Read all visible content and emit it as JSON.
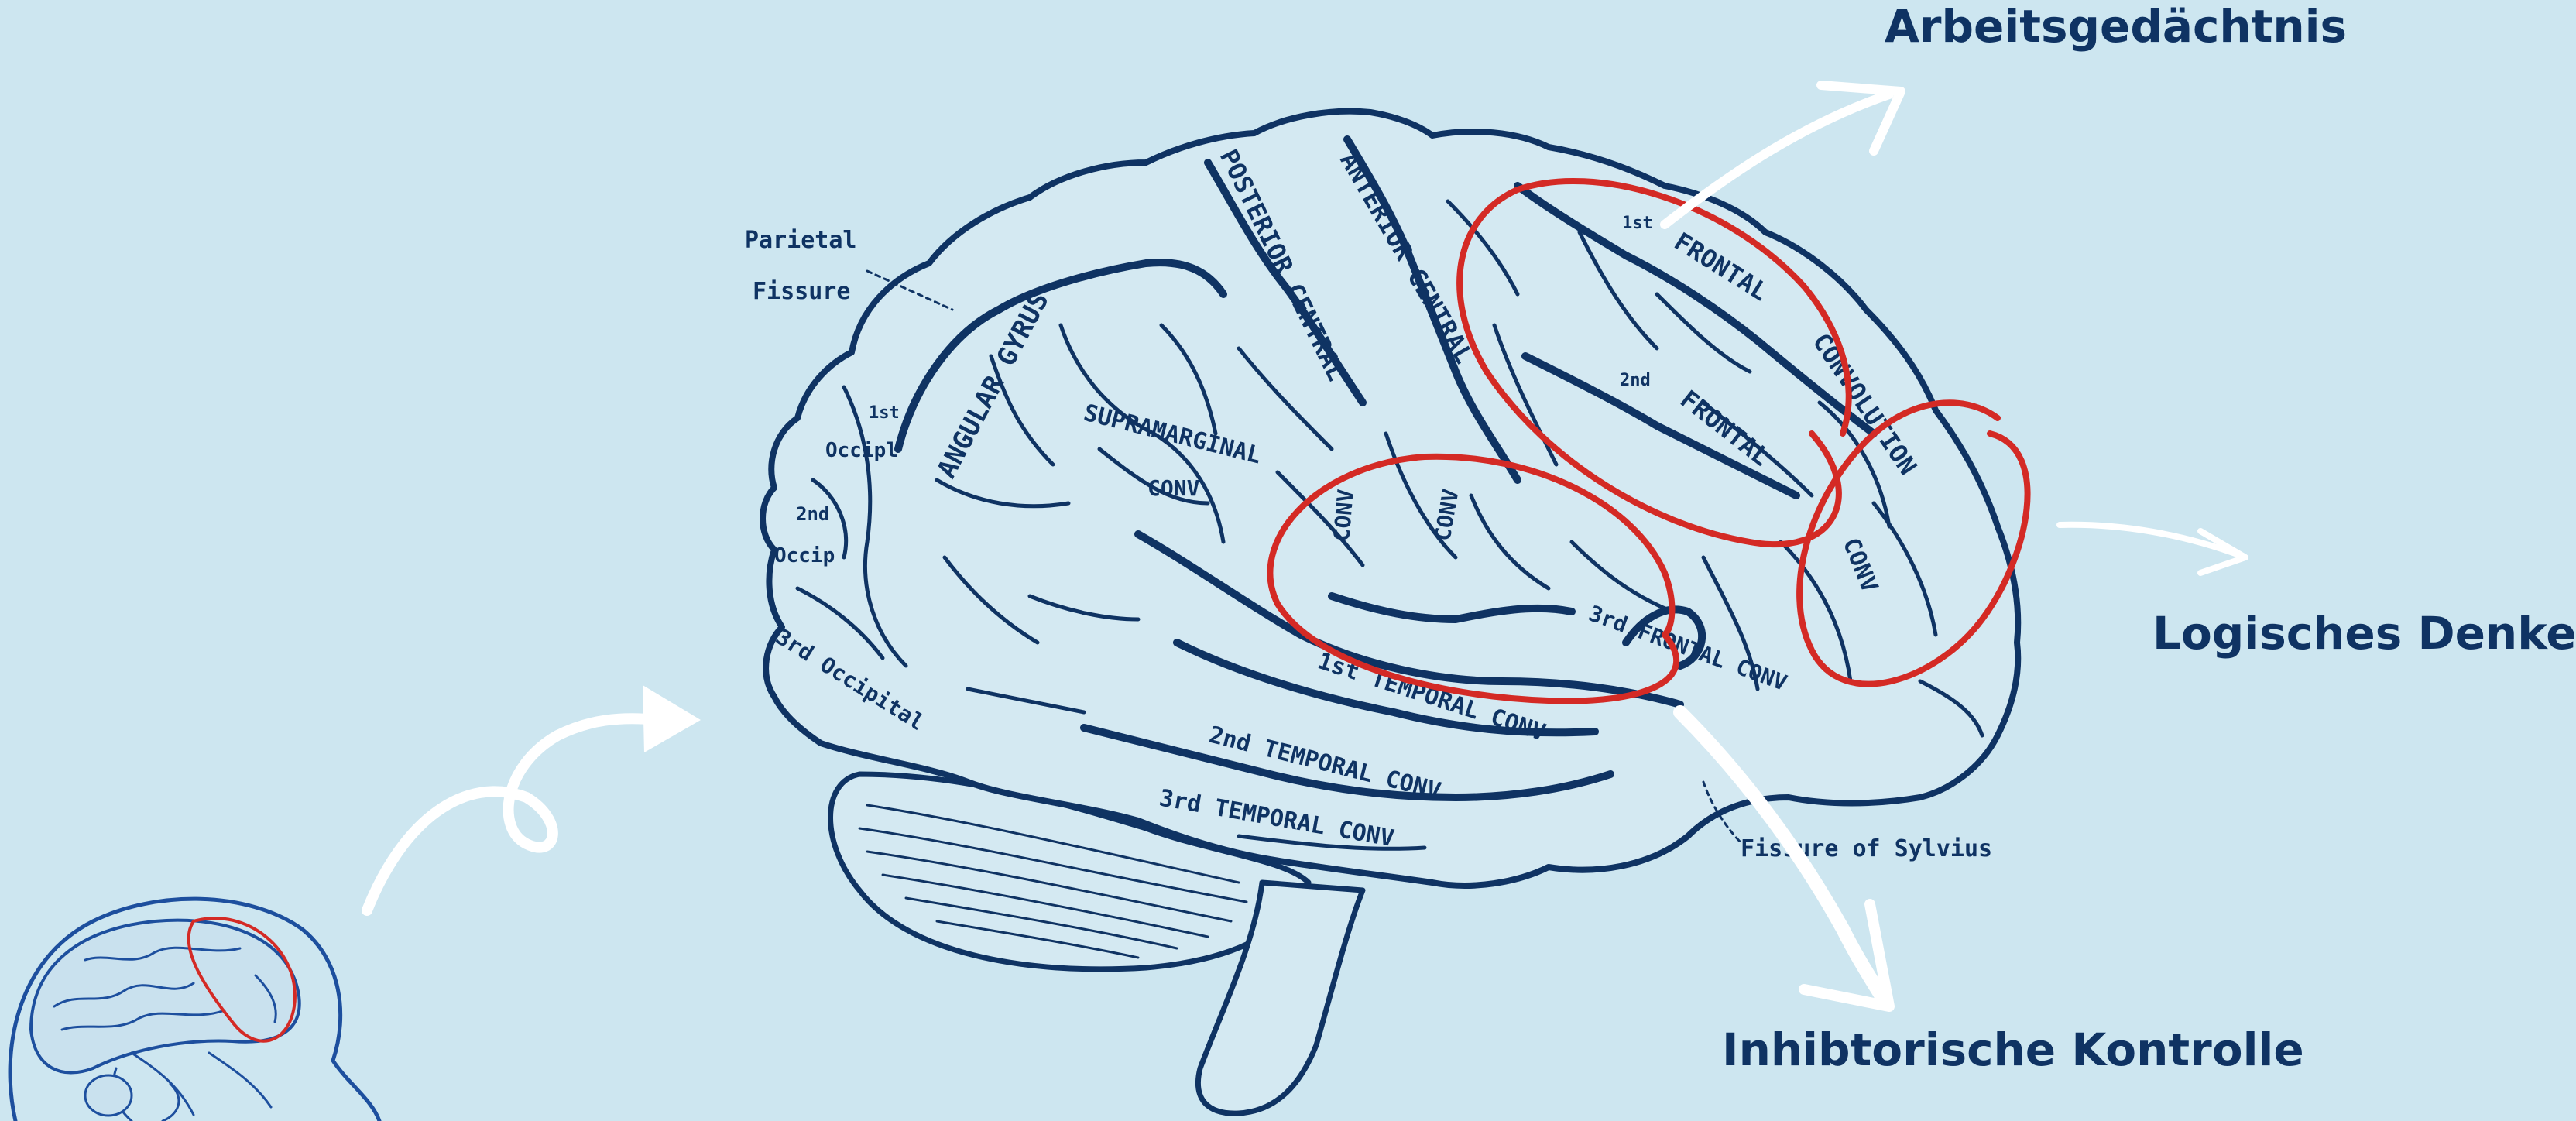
{
  "colors": {
    "background": "#cde6f0",
    "outline": "#0f3363",
    "brain_fill": "#d4e9f2",
    "highlight": "#d42a25",
    "arrow": "#ffffff",
    "label": "#0f3363"
  },
  "callouts": {
    "working_memory": "Arbeitsgedächtnis",
    "logical_thinking": "Logisches Denken",
    "inhibitory_control": "Inhibtorische Kontrolle"
  },
  "brain_labels": {
    "parietal": "Parietal",
    "fissure": "Fissure",
    "angular_gyrus": "ANGULAR GYRUS",
    "supramarginal": "SUPRAMARGINAL",
    "conv_supra": "CONV",
    "posterior_central": "POSTERIOR CENTRAL",
    "anterior_central": "ANTERIOR CENTRAL",
    "conv_post": "CONV",
    "conv_ant": "CONV",
    "first_frontal": "FRONTAL",
    "first_sup": "1st",
    "convolution": "CONVOLUTION",
    "second_frontal": "FRONTAL",
    "second_sup": "2nd",
    "conv_second": "CONV",
    "third_frontal": "3rd FRONTAL CONV",
    "first_temporal": "1st TEMPORAL CONV",
    "second_temporal": "2nd TEMPORAL CONV",
    "third_temporal": "3rd TEMPORAL CONV",
    "occip_1": "1st",
    "occip_1b": "Occipl",
    "occip_2": "2nd",
    "occip_2b": "Occip",
    "occip_3": "3rd Occipital",
    "sylvius": "Fissure of Sylvius"
  },
  "icons": {
    "main": "brain-anatomy-illustration",
    "thumb": "head-sagittal-brain-icon",
    "arrows": "hand-drawn-arrow-icon"
  }
}
